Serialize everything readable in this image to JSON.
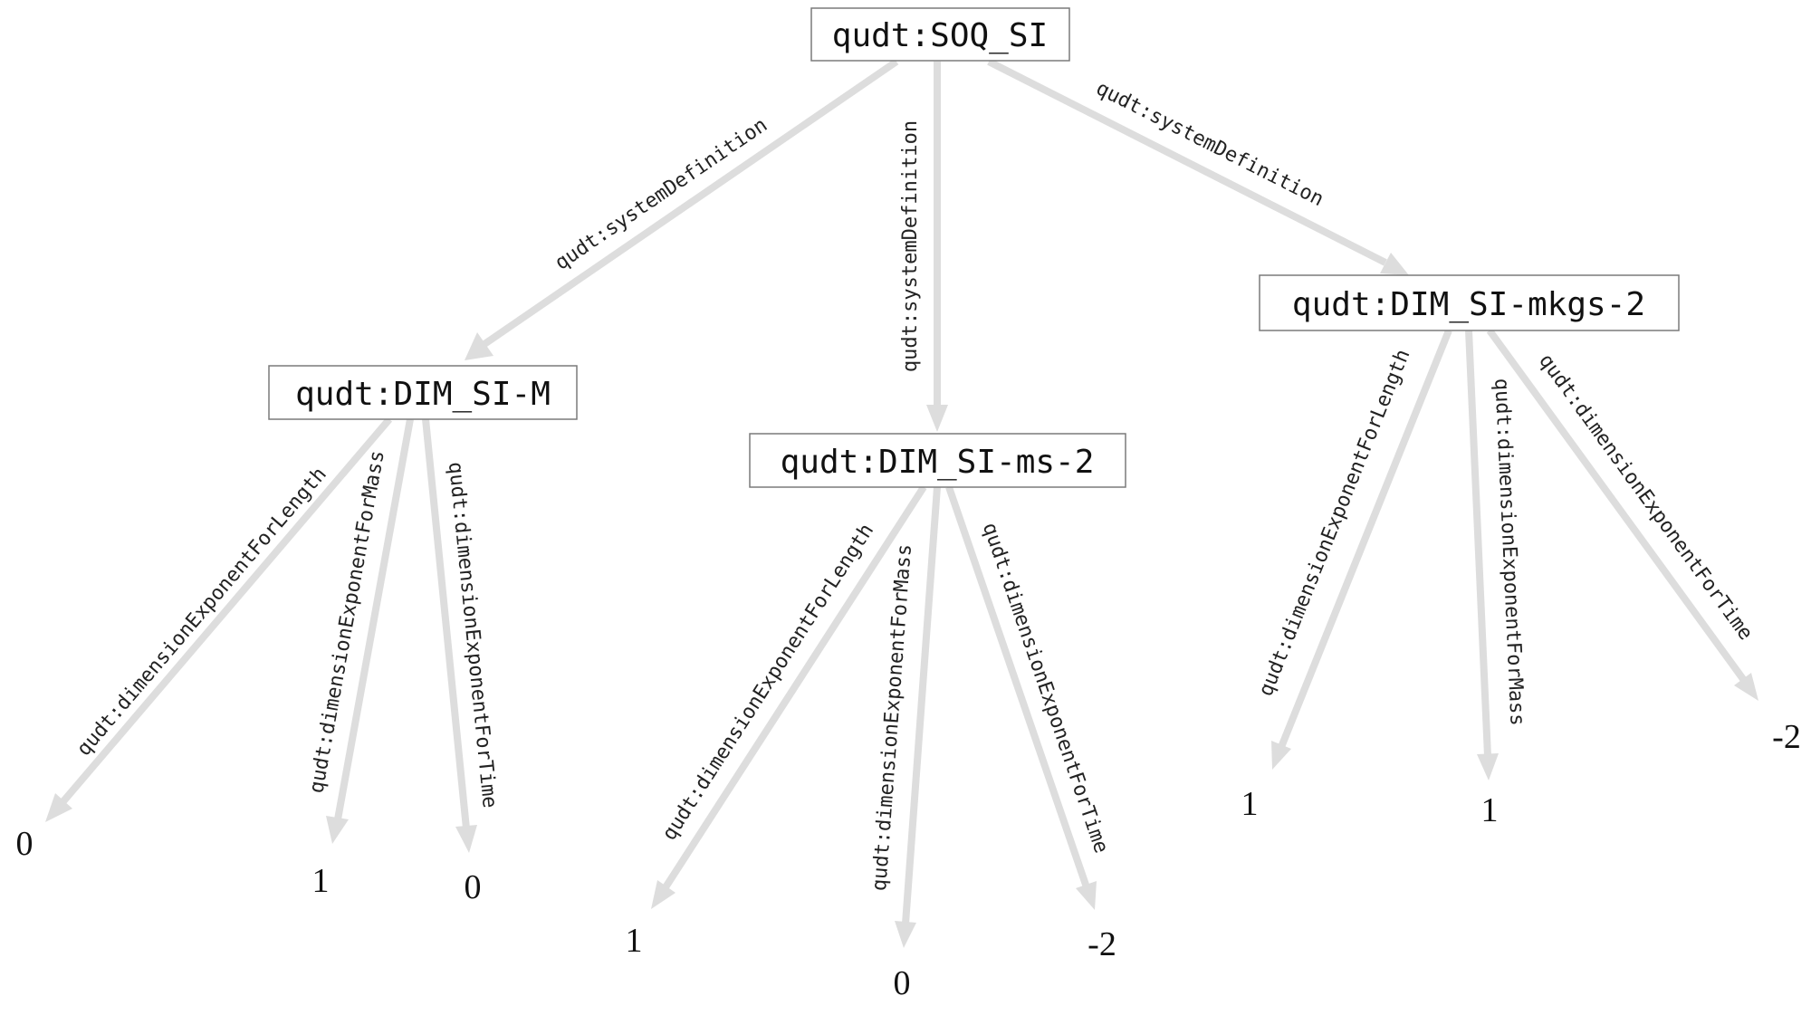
{
  "nodes": {
    "root": {
      "label": "qudt:SOQ_SI"
    },
    "dim_m": {
      "label": "qudt:DIM_SI-M"
    },
    "dim_ms2": {
      "label": "qudt:DIM_SI-ms-2"
    },
    "dim_mkgs2": {
      "label": "qudt:DIM_SI-mkgs-2"
    }
  },
  "edge_labels": {
    "system_definition": "qudt:systemDefinition",
    "length": "qudt:dimensionExponentForLength",
    "mass": "qudt:dimensionExponentForMass",
    "time": "qudt:dimensionExponentForTime"
  },
  "literals": {
    "dim_m": {
      "length": "0",
      "mass": "1",
      "time": "0"
    },
    "dim_ms2": {
      "length": "1",
      "mass": "0",
      "time": "-2"
    },
    "dim_mkgs2": {
      "length": "1",
      "mass": "1",
      "time": "-2"
    }
  },
  "colors": {
    "edge": "#dddddd",
    "node_border": "#7a7a7a",
    "text": "#111111"
  }
}
